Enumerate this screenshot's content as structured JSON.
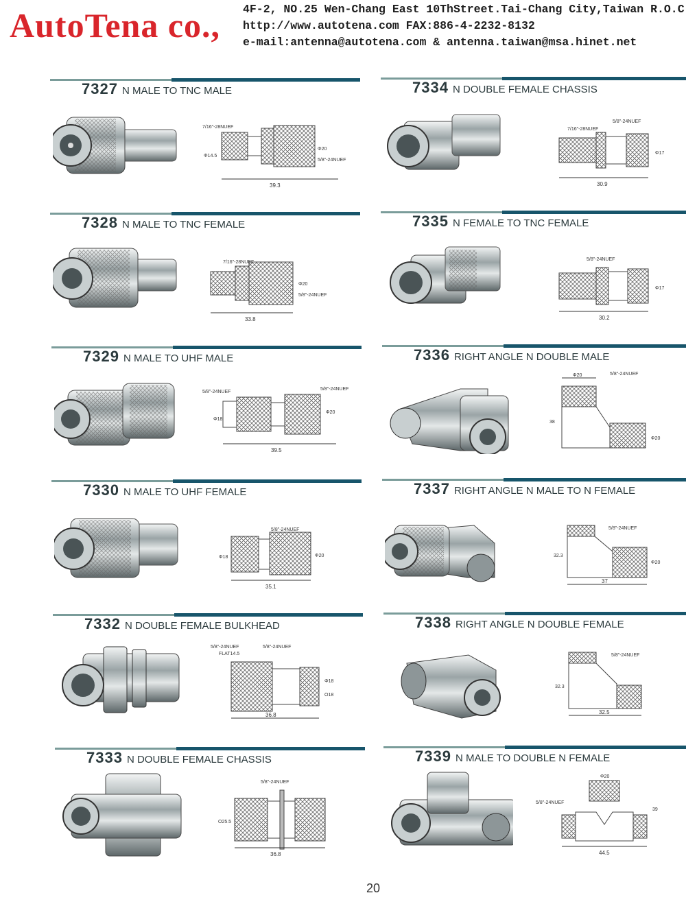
{
  "header": {
    "company": "AutoTena co.,",
    "address": "4F-2, NO.25 Wen-Chang East 10ThStreet.Tai-Chang City,Taiwan R.O.C.",
    "web_fax": "http://www.autotena.com     FAX:886-4-2232-8132",
    "email": "e-mail:antenna@autotena.com  &  antenna.taiwan@msa.hinet.net"
  },
  "products": [
    {
      "code": "7327",
      "name": "N MALE TO TNC MALE",
      "dims": {
        "l": "39.3",
        "d1": "Φ14.5",
        "d2": "Φ20",
        "t1": "7/16\"-28NUEF",
        "t2": "5/8\"-24NUEF"
      }
    },
    {
      "code": "7334",
      "name": "N DOUBLE FEMALE CHASSIS",
      "dims": {
        "l": "30.9",
        "d1": "Φ17",
        "t1": "5/8\"-24NUEF",
        "t2": "7/16\"-28NUEF"
      }
    },
    {
      "code": "7328",
      "name": "N MALE TO TNC FEMALE",
      "dims": {
        "l": "33.8",
        "d1": "Φ20",
        "t1": "7/16\"-28NUEF",
        "t2": "5/8\"-24NUEF"
      }
    },
    {
      "code": "7335",
      "name": "N FEMALE TO TNC FEMALE",
      "dims": {
        "l": "30.2",
        "d1": "Φ17",
        "t1": "5/8\"-24NUEF"
      }
    },
    {
      "code": "7329",
      "name": "N MALE TO UHF MALE",
      "dims": {
        "l": "39.5",
        "d1": "Φ18",
        "d2": "Φ20",
        "t1": "5/8\"-24NUEF",
        "t2": "5/8\"-24NUEF"
      }
    },
    {
      "code": "7336",
      "name": "RIGHT ANGLE N DOUBLE MALE",
      "dims": {
        "h": "38",
        "d1": "Φ20",
        "d2": "Φ20",
        "t1": "5/8\"-24NUEF"
      }
    },
    {
      "code": "7330",
      "name": "N MALE TO UHF FEMALE",
      "dims": {
        "l": "35.1",
        "d1": "Φ18",
        "d2": "Φ20",
        "t1": "5/8\"-24NUEF"
      }
    },
    {
      "code": "7337",
      "name": "RIGHT ANGLE N MALE TO N FEMALE",
      "dims": {
        "l": "37",
        "h": "32.3",
        "d1": "Φ20",
        "t1": "5/8\"-24NUEF"
      }
    },
    {
      "code": "7332",
      "name": "N DOUBLE FEMALE BULKHEAD",
      "dims": {
        "l": "36.8",
        "d1": "Φ18",
        "d2": "Ο18",
        "t1": "5/8\"-24NUEF",
        "t2": "5/8\"-24NUEF",
        "f": "FLAT14.5"
      }
    },
    {
      "code": "7338",
      "name": "RIGHT ANGLE N DOUBLE FEMALE",
      "dims": {
        "l": "32.5",
        "h": "32.3",
        "t1": "5/8\"-24NUEF"
      }
    },
    {
      "code": "7333",
      "name": "N DOUBLE FEMALE CHASSIS",
      "dims": {
        "l": "36.8",
        "d1": "Ο25.5",
        "t1": "5/8\"-24NUEF"
      }
    },
    {
      "code": "7339",
      "name": "N MALE TO DOUBLE N FEMALE",
      "dims": {
        "l": "44.5",
        "h": "39",
        "d1": "Φ20",
        "t1": "5/8\"-24NUEF"
      }
    }
  ],
  "page_number": "20"
}
